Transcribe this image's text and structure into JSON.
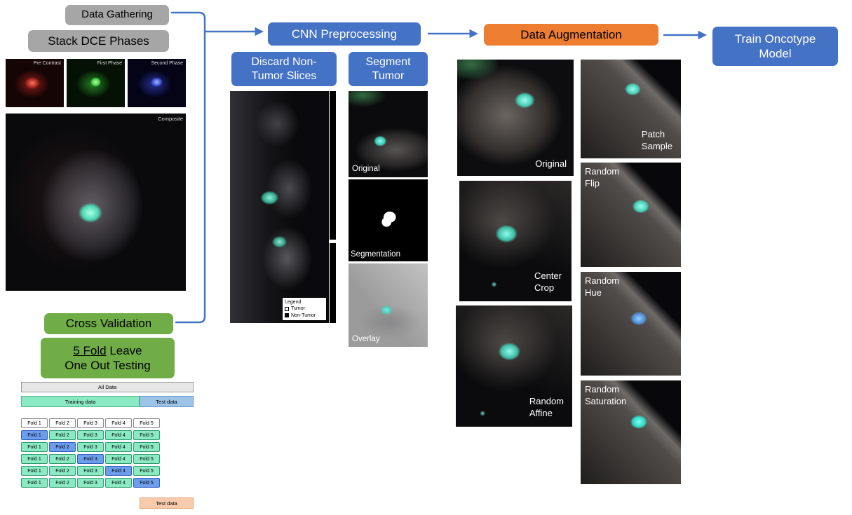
{
  "boxes": {
    "data_gathering": "Data Gathering",
    "stack_dce_phases": "Stack DCE Phases",
    "cnn_preprocessing": "CNN Preprocessing",
    "discard_line1": "Discard Non-",
    "discard_line2": "Tumor Slices",
    "segment_line1": "Segment",
    "segment_line2": "Tumor",
    "data_augmentation": "Data Augmentation",
    "train_line1": "Train Oncotype",
    "train_line2": "Model",
    "cross_validation": "Cross Validation",
    "five_fold_underlined": "5 Fold",
    "five_fold_rest": " Leave",
    "five_fold_line2": "One Out Testing"
  },
  "phases": [
    {
      "label": "Pre Contrast",
      "tint": "#ff0000"
    },
    {
      "label": "First Phase",
      "tint": "#00ff00"
    },
    {
      "label": "Second Phase",
      "tint": "#0000ff"
    }
  ],
  "composite_label": "Composite",
  "legend": {
    "title": "Legend",
    "tumor": "Tumor",
    "non_tumor": "Non-Tumor"
  },
  "segment_labels": [
    "Original",
    "Segmentation",
    "Overlay"
  ],
  "aug_left": [
    {
      "line1": "Original",
      "line2": ""
    },
    {
      "line1": "Center",
      "line2": "Crop"
    },
    {
      "line1": "Random",
      "line2": "Affine"
    }
  ],
  "aug_right": [
    {
      "line1": "Patch",
      "line2": "Sample"
    },
    {
      "line1": "Random",
      "line2": "Flip"
    },
    {
      "line1": "Random",
      "line2": "Hue"
    },
    {
      "line1": "Random",
      "line2": "Saturation"
    }
  ],
  "cv": {
    "all_data": "All Data",
    "training_data": "Training data",
    "test_data": "Test data",
    "fold_labels": [
      "Fold 1",
      "Fold 2",
      "Fold 3",
      "Fold 4",
      "Fold 5"
    ],
    "test_data_bottom": "Test data"
  },
  "colors": {
    "box_gray": "#a6a6a6",
    "box_blue": "#4472c4",
    "box_orange": "#ed7d31",
    "box_green": "#70ad47",
    "arrow": "#4472c4",
    "all_data_bar": "#e7e6e6",
    "training_bar": "#8be9c4",
    "test_bar": "#9dc3e6",
    "fold_green": "#8be9c4",
    "fold_blue": "#6d9eeb",
    "test_bottom": "#f8cbad"
  }
}
